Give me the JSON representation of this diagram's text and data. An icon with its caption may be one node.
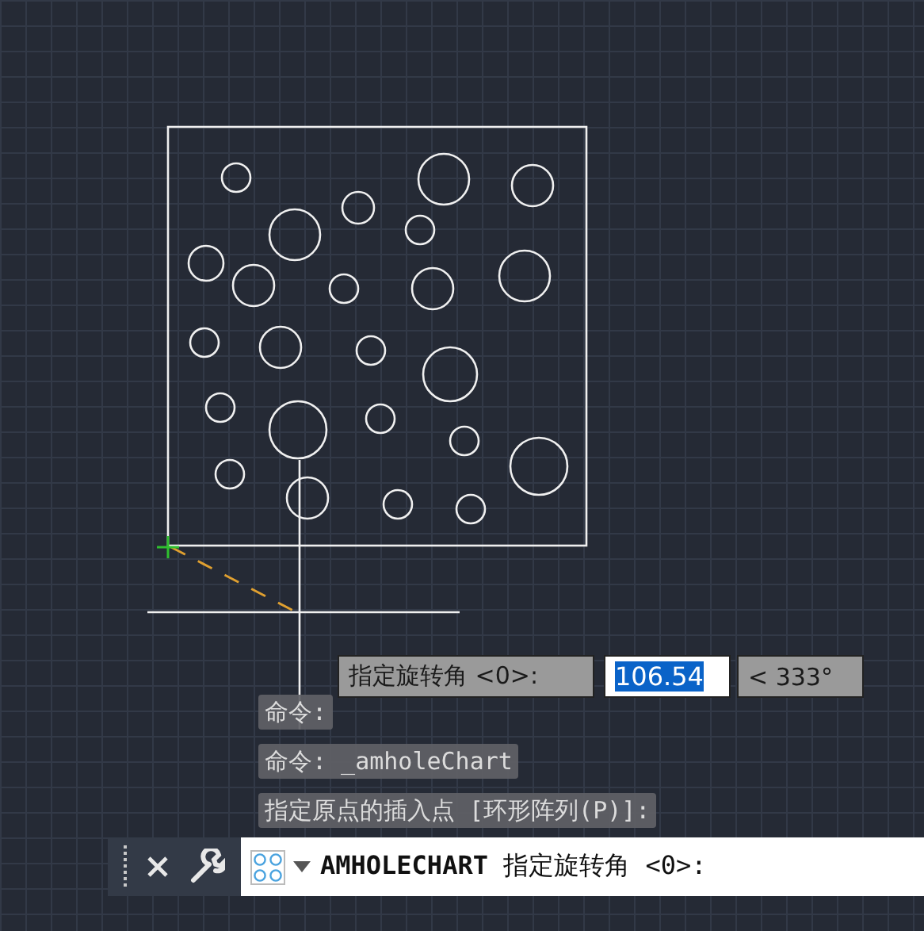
{
  "diagram": {
    "labels": [
      "指定旋转角 <0>:",
      "106.54",
      "< 333°",
      "命令:",
      "命令: _amholeChart",
      "指定原点的插入点 [环形阵列(P)]:",
      "**AMHOLECHART** 指定旋转角 <0>:"
    ]
  }
}
